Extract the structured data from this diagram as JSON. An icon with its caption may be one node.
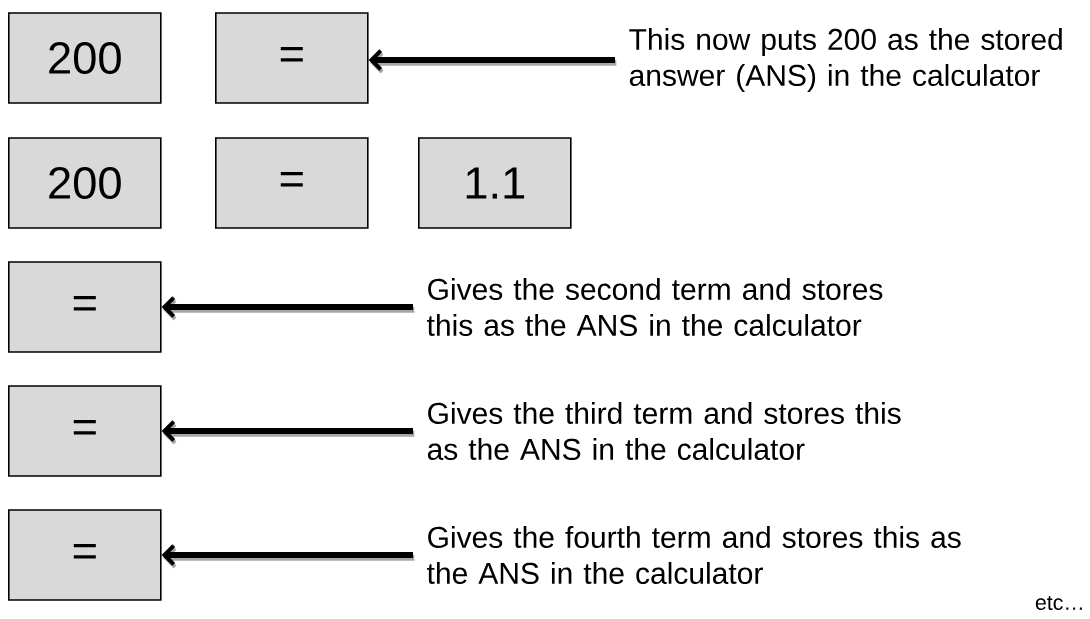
{
  "diagram": {
    "nodes": [
      {
        "text": [
          "200"
        ]
      },
      {
        "text": [
          "="
        ]
      },
      {
        "text": [
          "This now puts 200 as the stored answer (ANS) in the calculator"
        ]
      },
      {
        "text": [
          "200"
        ]
      },
      {
        "text": [
          "="
        ]
      },
      {
        "text": [
          "1.1"
        ]
      },
      {
        "text": [
          "="
        ]
      },
      {
        "text": [
          "Gives the second term and stores this as the ANS in the calculator"
        ]
      },
      {
        "text": [
          "="
        ]
      },
      {
        "text": [
          "Gives the third term and stores this as the ANS in the calculator"
        ]
      },
      {
        "text": [
          "="
        ]
      },
      {
        "text": [
          "Gives the fourth term and stores this as the ANS in the calculator"
        ]
      }
    ],
    "edges": [
      {
        "from": 2,
        "to": 1,
        "arrow": "to"
      },
      {
        "from": 7,
        "to": 6,
        "arrow": "to"
      },
      {
        "from": 9,
        "to": 8,
        "arrow": "to"
      },
      {
        "from": 11,
        "to": 10,
        "arrow": "to"
      }
    ],
    "labels": [
      "etc…"
    ]
  }
}
